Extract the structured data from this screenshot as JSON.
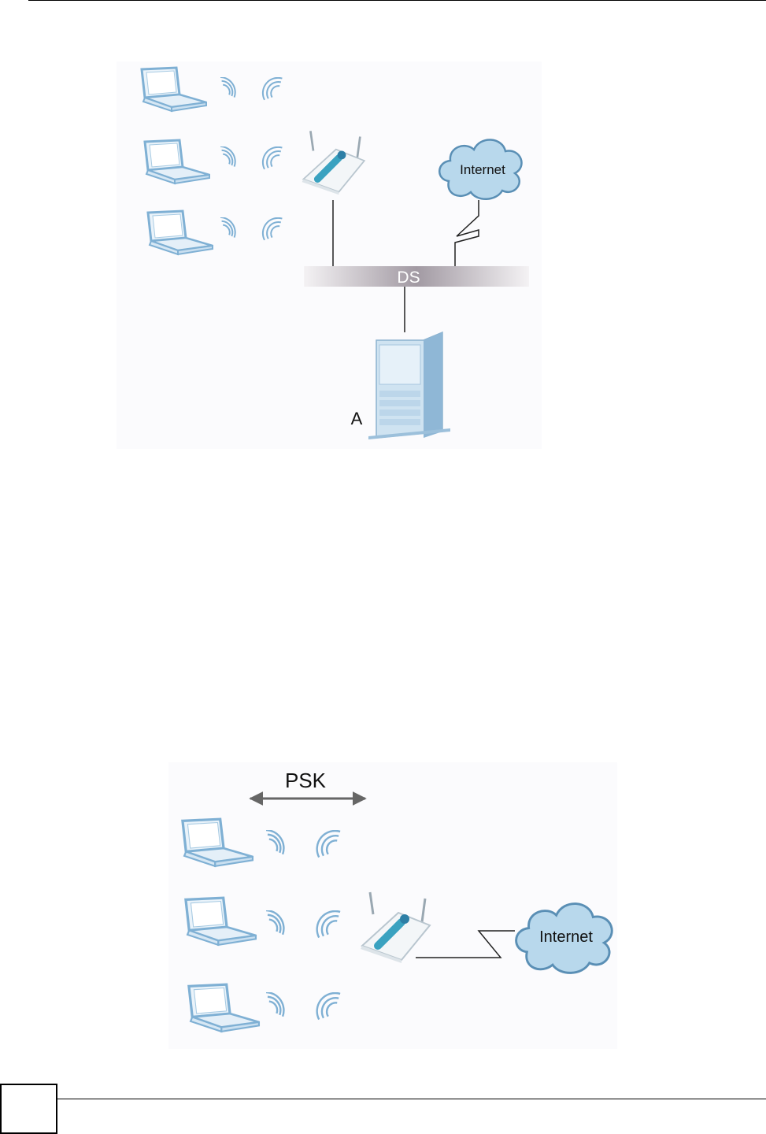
{
  "figure1": {
    "internet_label": "Internet",
    "ds_label": "DS",
    "server_label": "A"
  },
  "figure2": {
    "psk_label": "PSK",
    "internet_label": "Internet"
  },
  "colors": {
    "laptop_outline": "#7fb0d4",
    "cloud_fill": "#b8d8ec",
    "ap_accent": "#3aa2c0",
    "server_body": "#cfe3f1"
  }
}
